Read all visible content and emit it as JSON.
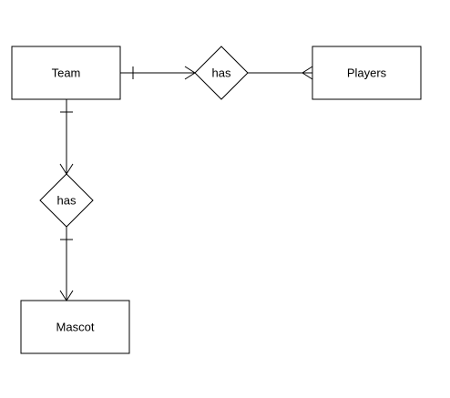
{
  "diagram": {
    "entities": {
      "team": "Team",
      "players": "Players",
      "mascot": "Mascot"
    },
    "relationships": {
      "team_players": "has",
      "team_mascot": "has"
    }
  },
  "colors": {
    "background": "#ffffff",
    "stroke": "#000000",
    "text": "#000000"
  }
}
